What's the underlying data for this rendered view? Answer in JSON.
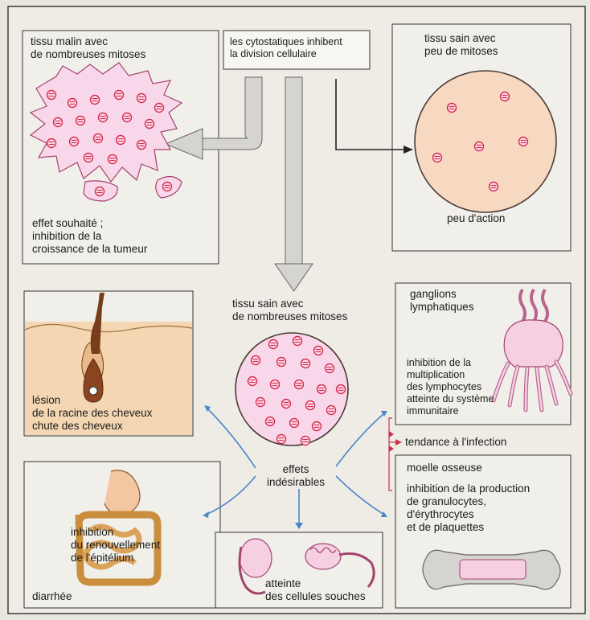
{
  "labels": {
    "malignant_tissue": "tissu malin avec\nde nombreuses mitoses",
    "cytostatics": "les cytostatiques inhibent\nla division cellulaire",
    "healthy_few": "tissu sain avec\npeu de mitoses",
    "desired_effect": "effet souhaité ;\ninhibition de la\ncroissance de la tumeur",
    "little_action": "peu d'action",
    "healthy_many": "tissu sain avec\nde nombreuses mitoses",
    "lymph_nodes": "ganglions\nlymphatiques",
    "lymph_inhibition": "inhibition de la\nmultiplication\ndes lymphocytes\natteinte du système\nimmunitaire",
    "hair_lesion": "lésion\nde la racine des cheveux\nchute des cheveux",
    "infection": "tendance à l'infection",
    "bone_marrow": "moelle osseuse",
    "marrow_inhibition": "inhibition de la production\nde granulocytes,\nd'érythrocytes\net de plaquettes",
    "side_effects": "effets\nindésirables",
    "epithelium": "inhibition\ndu renouvellement\nde l'épitélium",
    "diarrhea": "diarrhée",
    "stem_cells": "atteinte\ndes cellules souches"
  },
  "colors": {
    "cell_fill": "#f9d7ea",
    "tissue_fill": "#f7d9c2",
    "mitosis_red": "#d8294e",
    "blue_arrow": "#4a86c7",
    "grey_arrow": "#d6d4d0",
    "skin": "#f4d7b2",
    "hair": "#7a3d1c",
    "organ_pink": "#f7cfe3",
    "intestine": "#c98e3e"
  },
  "icons": {
    "mitosis": "mitosis-cell-icon",
    "hair": "hair-follicle-icon",
    "lymph": "lymph-node-icon",
    "intestine": "intestine-icon",
    "testis": "testis-icon",
    "bone": "bone-marrow-icon"
  }
}
